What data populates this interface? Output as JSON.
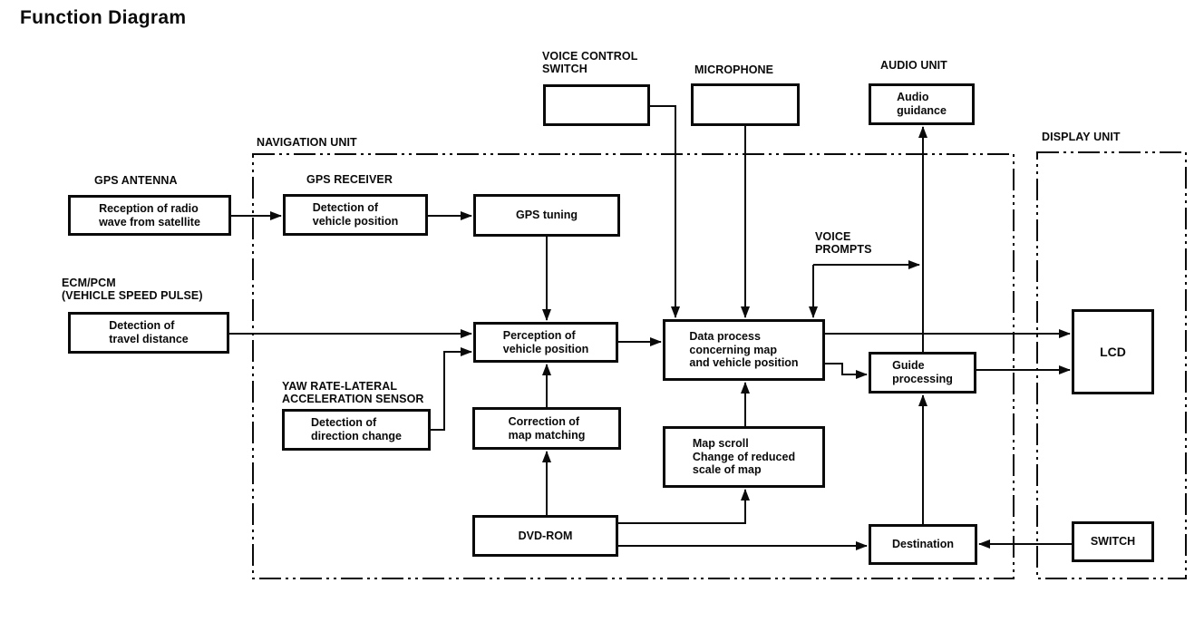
{
  "page": {
    "title": "Function Diagram"
  },
  "colors": {
    "ink": "#0a0a0a",
    "background": "#ffffff"
  },
  "containers": {
    "navigation_unit": {
      "label": "NAVIGATION UNIT"
    },
    "display_unit": {
      "label": "DISPLAY UNIT"
    }
  },
  "labels": {
    "gps_antenna": "GPS ANTENNA",
    "gps_receiver": "GPS RECEIVER",
    "ecm_pcm": "ECM/PCM\n(VEHICLE SPEED PULSE)",
    "yaw_sensor": "YAW RATE-LATERAL\nACCELERATION SENSOR",
    "voice_control_switch": "VOICE CONTROL\nSWITCH",
    "microphone": "MICROPHONE",
    "audio_unit": "AUDIO UNIT",
    "voice_prompts": "VOICE\nPROMPTS"
  },
  "nodes": {
    "gps_antenna": {
      "label": "Reception of radio\nwave from satellite"
    },
    "gps_receiver": {
      "label": "Detection of\nvehicle position"
    },
    "gps_tuning": {
      "label": "GPS tuning"
    },
    "travel_distance": {
      "label": "Detection of\ntravel distance"
    },
    "perception": {
      "label": "Perception of\nvehicle position"
    },
    "data_process": {
      "label": "Data process\nconcerning map\nand vehicle position"
    },
    "direction_change": {
      "label": "Detection of\ndirection change"
    },
    "correction": {
      "label": "Correction of\nmap matching"
    },
    "map_scroll": {
      "label": "Map scroll\nChange of reduced\nscale of map"
    },
    "dvd_rom": {
      "label": "DVD-ROM"
    },
    "guide_processing": {
      "label": "Guide\nprocessing"
    },
    "destination": {
      "label": "Destination"
    },
    "lcd": {
      "label": "LCD"
    },
    "switch": {
      "label": "SWITCH"
    },
    "audio_guidance": {
      "label": "Audio\nguidance"
    },
    "voice_control_switch_box": {
      "label": ""
    },
    "microphone_box": {
      "label": ""
    }
  },
  "connections": [
    {
      "from": "GPS ANTENNA (Reception of radio wave from satellite)",
      "to": "GPS RECEIVER (Detection of vehicle position)"
    },
    {
      "from": "GPS RECEIVER (Detection of vehicle position)",
      "to": "GPS tuning"
    },
    {
      "from": "GPS tuning",
      "to": "Perception of vehicle position"
    },
    {
      "from": "ECM/PCM Detection of travel distance",
      "to": "Perception of vehicle position"
    },
    {
      "from": "YAW RATE sensor Detection of direction change",
      "to": "Perception of vehicle position"
    },
    {
      "from": "Correction of map matching",
      "to": "Perception of vehicle position"
    },
    {
      "from": "Perception of vehicle position",
      "to": "Data process concerning map and vehicle position"
    },
    {
      "from": "VOICE CONTROL SWITCH",
      "to": "Data process concerning map and vehicle position"
    },
    {
      "from": "MICROPHONE",
      "to": "Data process concerning map and vehicle position"
    },
    {
      "from": "VOICE PROMPTS branch",
      "to": "Data process concerning map and vehicle position"
    },
    {
      "from": "VOICE PROMPTS branch",
      "to": "Audio guidance line"
    },
    {
      "from": "Map scroll / Change of reduced scale of map",
      "to": "Data process concerning map and vehicle position"
    },
    {
      "from": "Data process concerning map and vehicle position",
      "to": "LCD"
    },
    {
      "from": "Data process concerning map and vehicle position",
      "to": "Guide processing"
    },
    {
      "from": "Guide processing",
      "to": "LCD"
    },
    {
      "from": "Guide processing",
      "to": "AUDIO UNIT (Audio guidance)"
    },
    {
      "from": "Destination",
      "to": "Guide processing"
    },
    {
      "from": "DVD-ROM",
      "to": "Correction of map matching"
    },
    {
      "from": "DVD-ROM",
      "to": "Map scroll / Change of reduced scale of map"
    },
    {
      "from": "DVD-ROM",
      "to": "Destination"
    },
    {
      "from": "SWITCH",
      "to": "Destination"
    }
  ]
}
